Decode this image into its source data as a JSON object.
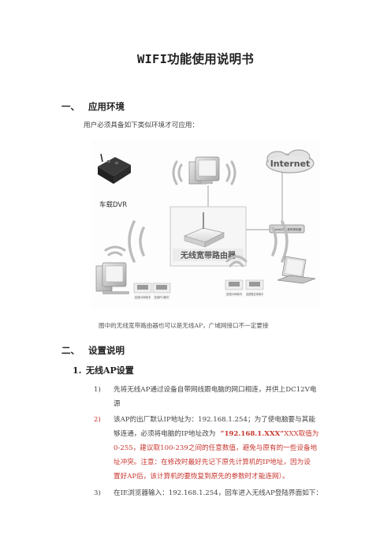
{
  "title": "WIFI功能使用说明书",
  "section1": {
    "number": "一、",
    "heading": "应用环境",
    "intro": "用户必须具备如下类似环境才可应用："
  },
  "figure": {
    "dvr_label": "车载DVR",
    "internet_label": "Internet",
    "router_label": "无线宽带路由器",
    "modem_label": "Cable/DSL宽带调制器",
    "card_labels": [
      "无线USB网卡",
      "无线PCI网卡",
      "无线USB网卡",
      "无线笔记本网卡"
    ],
    "caption": "图中的无线宽带路由器也可以是无线AP，广域网接口不一定要接"
  },
  "section2": {
    "number": "二、",
    "heading": "设置说明"
  },
  "subsection1": {
    "number": "1.",
    "heading": "无线AP设置"
  },
  "steps": [
    {
      "num": "1)",
      "line1": "先将无线AP通过设备自带网线跟电脑的网口相连，并供上DC12V电",
      "line2": "源"
    },
    {
      "num": "2)",
      "line1": "该AP的出厂默认IP地址为：192.168.1.254；为了使电脑要与其能",
      "line2_a": "够连通，必须将电脑的IP地址改为",
      "line2_b": "“192.168.1.XXX”",
      "line2_c": "XXX取值为",
      "line3": "0-255，建议取100-239之间的任意数值，避免与原有的一些设备地",
      "line4": "址冲突。注意：在修改时最好先记下原先计算机的IP地址，因为设",
      "line5": "置好AP后，该计算机的要恢复到原先的参数时才能连网）。"
    },
    {
      "num": "3)",
      "line1": "在IE浏览器输入：192.168.1.254，回车进入无线AP登陆界面如下："
    }
  ]
}
